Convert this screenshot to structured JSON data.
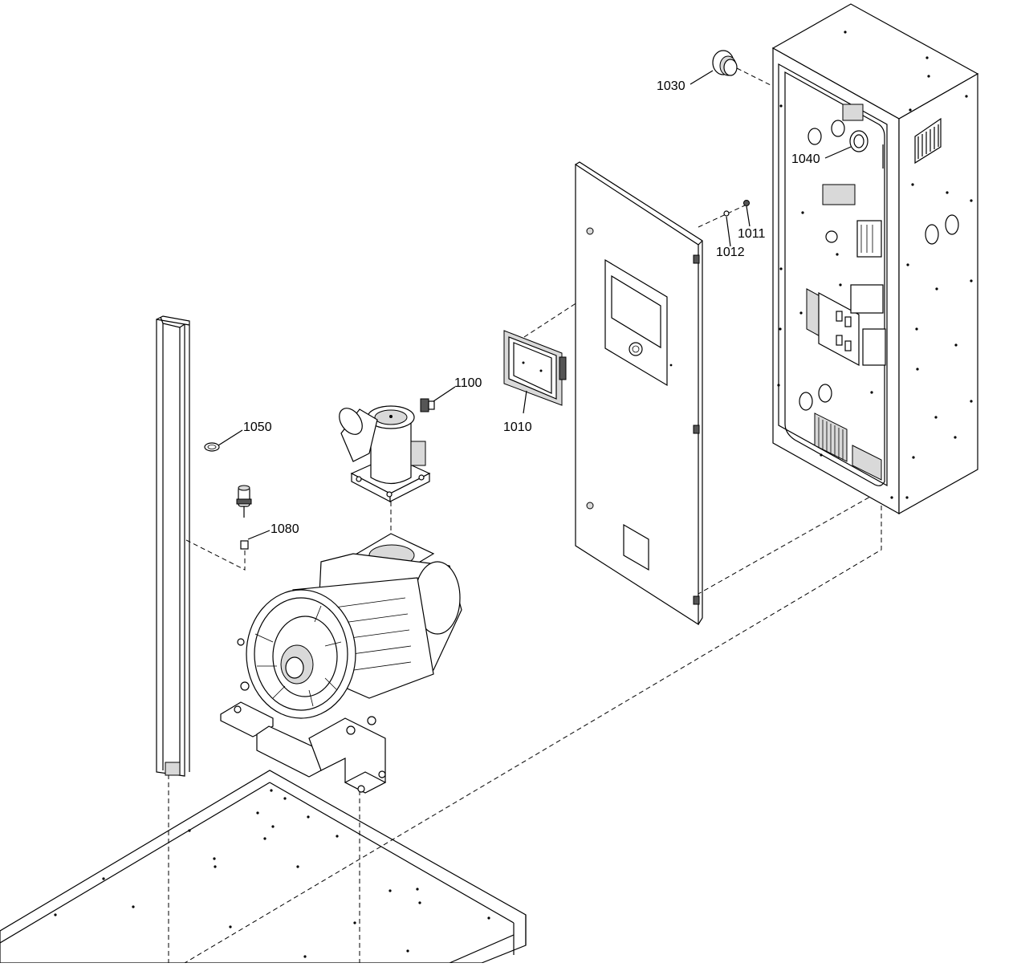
{
  "callouts": {
    "c1030": "1030",
    "c1040": "1040",
    "c1011": "1011",
    "c1012": "1012",
    "c1010": "1010",
    "c1100": "1100",
    "c1050": "1050",
    "c1080": "1080"
  }
}
